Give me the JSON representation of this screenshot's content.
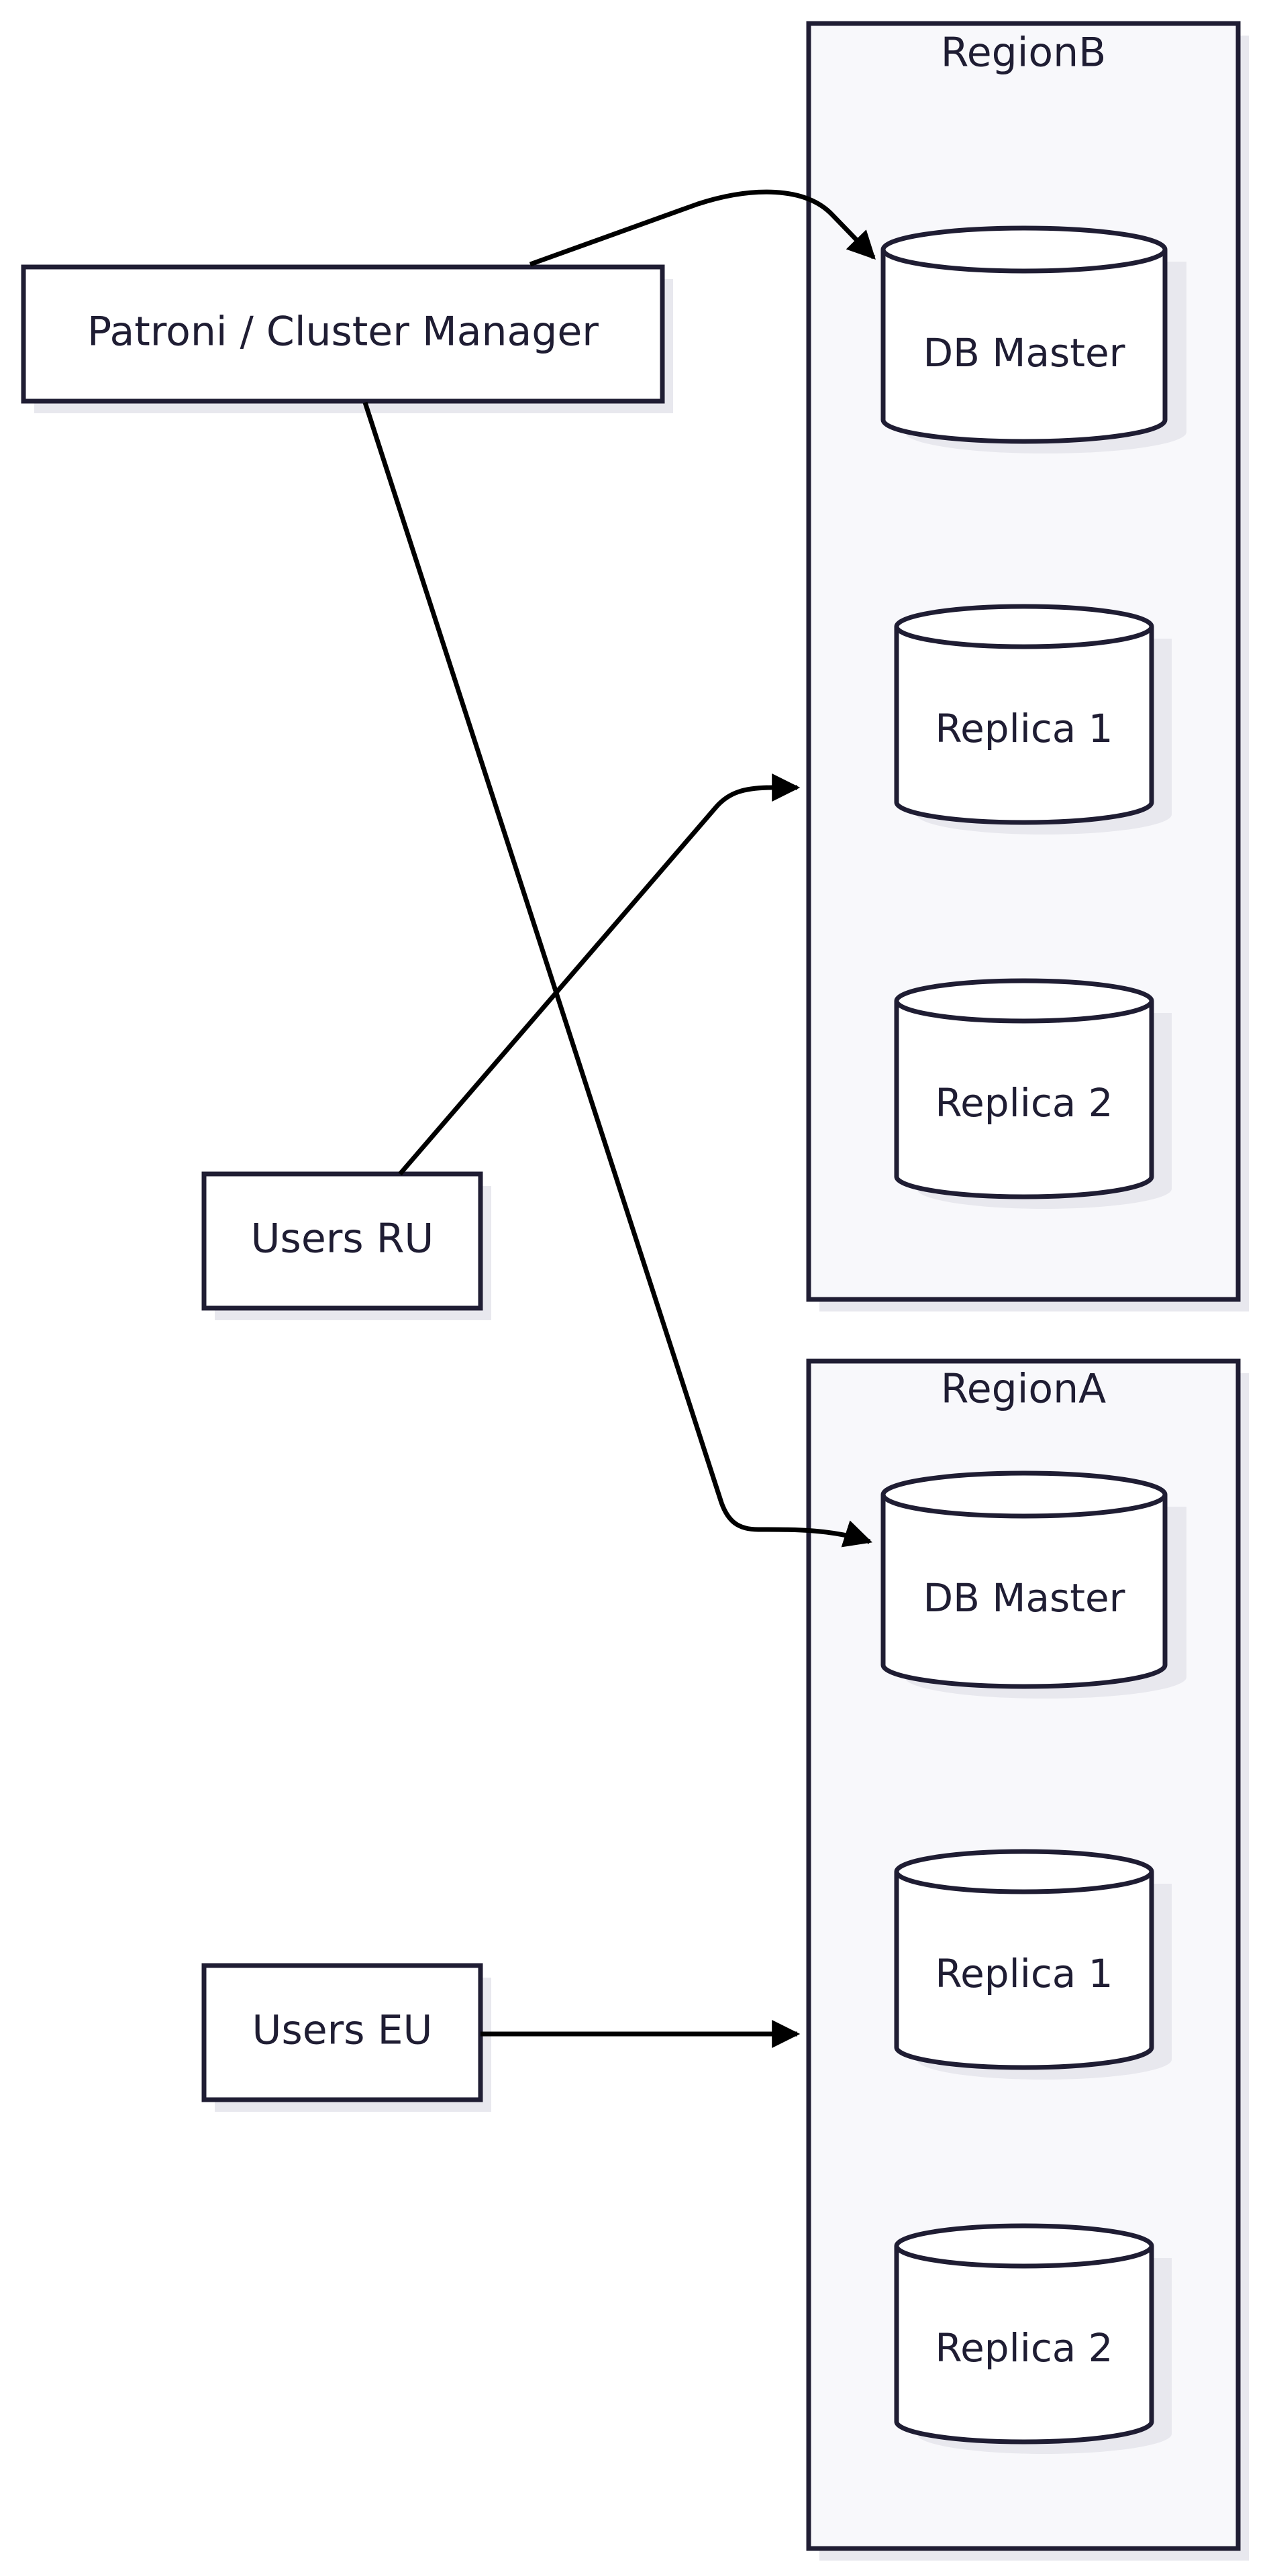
{
  "nodes": {
    "patroni": "Patroni / Cluster Manager",
    "users_ru": "Users RU",
    "users_eu": "Users EU"
  },
  "regions": [
    {
      "title": "RegionB",
      "master": "DB Master",
      "replica1": "Replica 1",
      "replica2": "Replica 2"
    },
    {
      "title": "RegionA",
      "master": "DB Master",
      "replica1": "Replica 1",
      "replica2": "Replica 2"
    }
  ],
  "colors": {
    "stroke": "#1f1d33",
    "region_fill": "#f8f8fb",
    "node_fill": "#ffffff",
    "shadow": "#e8e8ee",
    "edge": "#000000"
  }
}
